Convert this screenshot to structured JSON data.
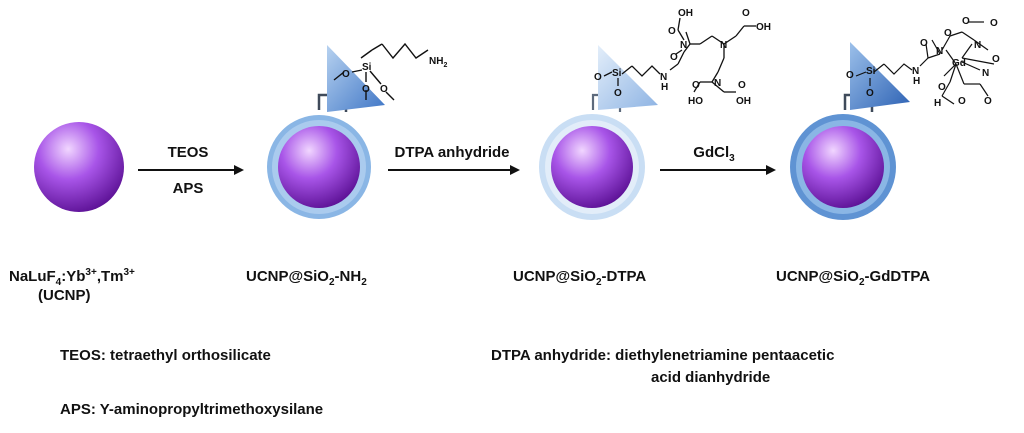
{
  "palette": {
    "sphere_light": "#f1d6ff",
    "sphere_mid": "#a855e8",
    "sphere_dark": "#5a0f93",
    "shell_inner": "#8ab6e5",
    "shell_outer": "#5f93d3",
    "shell_pale": "#c9def4",
    "triangle_light": "#b7d2f0",
    "triangle_mid": "#7aa6dc",
    "triangle_dark": "#3f76c6",
    "bracket": "#3f4a5a"
  },
  "steps": [
    {
      "reagent_top": "TEOS",
      "reagent_bottom": "APS"
    },
    {
      "reagent": "DTPA anhydride"
    },
    {
      "reagent_base": "GdCl",
      "reagent_sub": "3"
    }
  ],
  "labels": {
    "ucnp_base": "NaLuF",
    "ucnp_sub4": "4",
    "ucnp_yb": ":Yb",
    "ucnp_sup1": "3+",
    "ucnp_tm": ",Tm",
    "ucnp_sup2": "3+",
    "ucnp_abbr": "(UCNP)",
    "nh2_a": "UCNP@SiO",
    "nh2_sub": "2",
    "nh2_b": "-NH",
    "nh2_sub2": "2",
    "dtpa_a": "UCNP@SiO",
    "dtpa_sub": "2",
    "dtpa_b": "-DTPA",
    "gd_a": "UCNP@SiO",
    "gd_sub": "2",
    "gd_b": "-GdDTPA"
  },
  "chem": {
    "si": "Si",
    "o": "O",
    "nh2": "NH",
    "nh2_sub": "2",
    "n": "N",
    "h": "H",
    "oh": "OH",
    "ho": "HO",
    "gd": "Gd"
  },
  "notes": {
    "teos": "TEOS: tetraethyl orthosilicate",
    "aps": "APS: Y-aminopropyltrimethoxysilane",
    "dtpa_line1": "DTPA anhydride: diethylenetriamine pentaacetic",
    "dtpa_line2": "acid dianhydride"
  }
}
